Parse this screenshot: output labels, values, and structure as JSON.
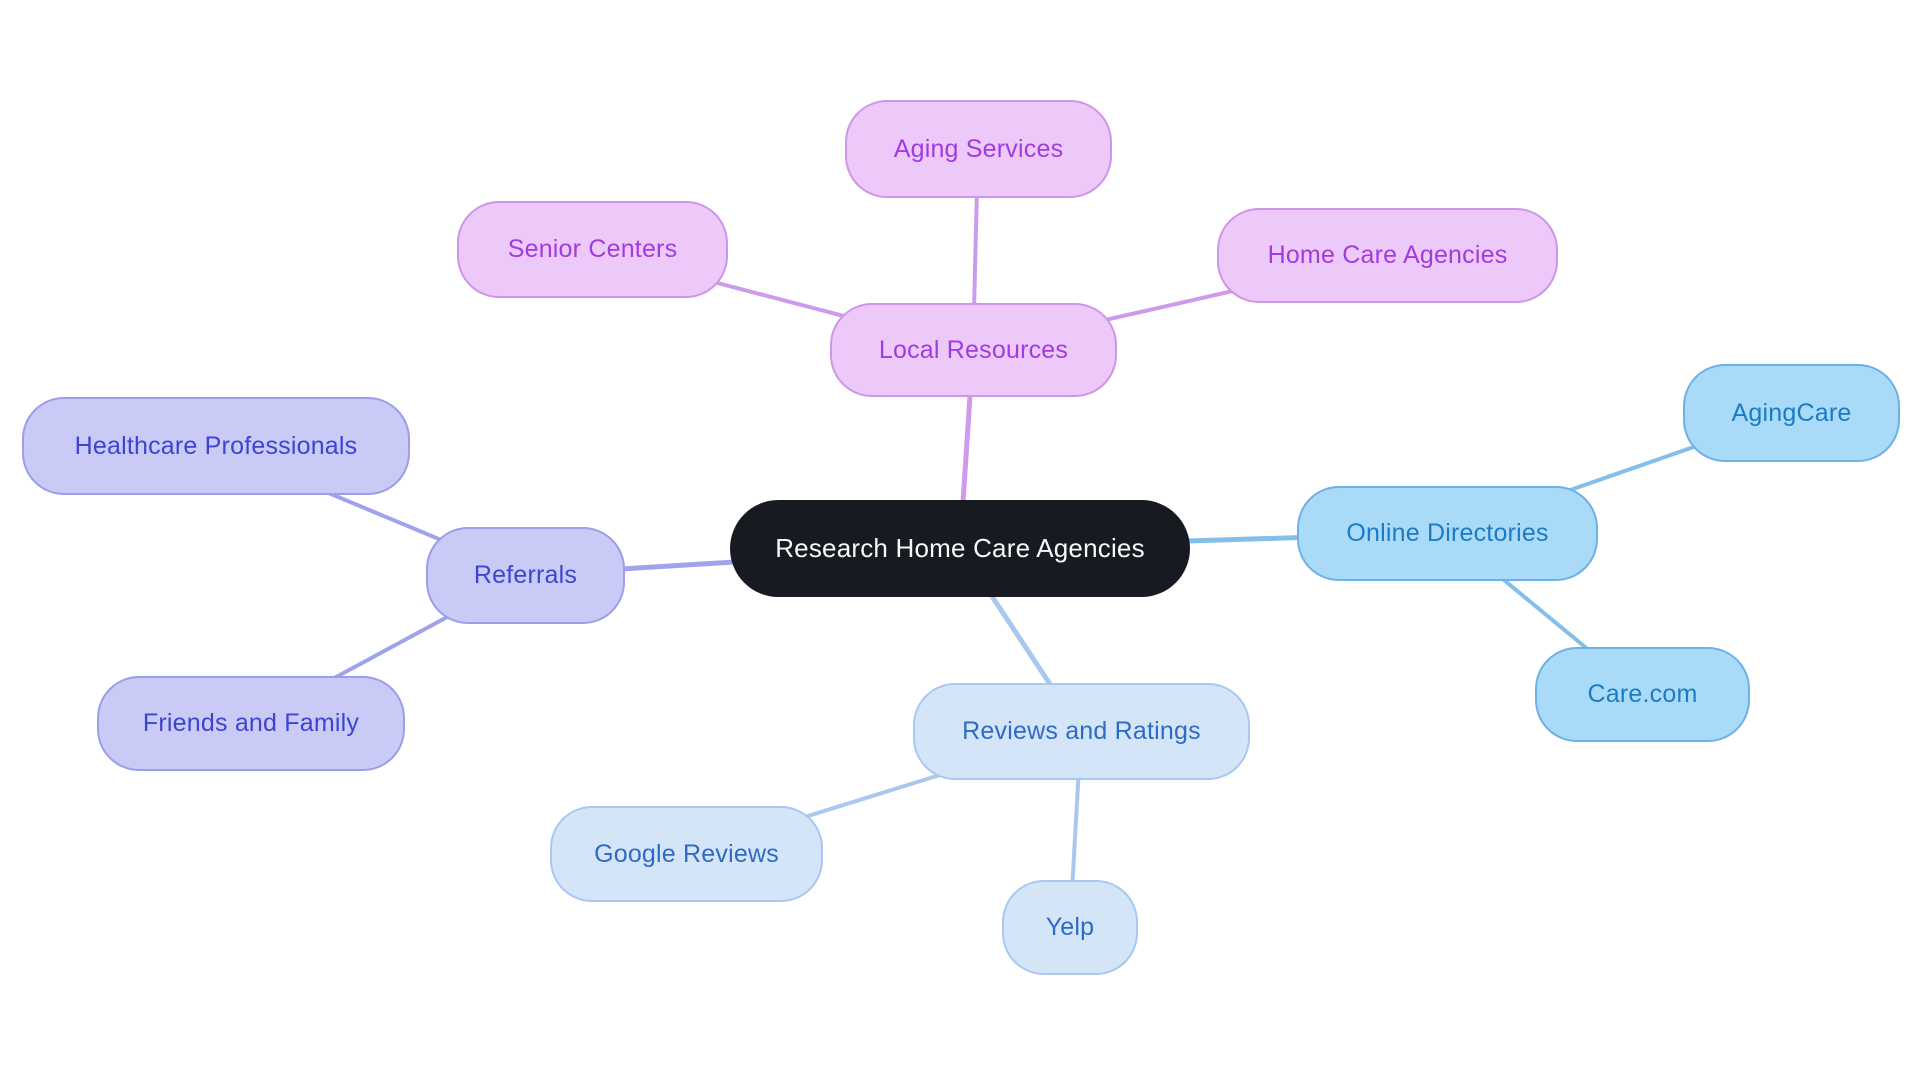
{
  "mindmap": {
    "root": {
      "label": "Research Home Care Agencies"
    },
    "branches": [
      {
        "label": "Local Resources",
        "color_key": "purple",
        "children": [
          {
            "label": "Aging Services"
          },
          {
            "label": "Senior Centers"
          },
          {
            "label": "Home Care Agencies"
          }
        ]
      },
      {
        "label": "Referrals",
        "color_key": "periwinkle",
        "children": [
          {
            "label": "Healthcare Professionals"
          },
          {
            "label": "Friends and Family"
          }
        ]
      },
      {
        "label": "Online Directories",
        "color_key": "blue",
        "children": [
          {
            "label": "AgingCare"
          },
          {
            "label": "Care.com"
          }
        ]
      },
      {
        "label": "Reviews and Ratings",
        "color_key": "paleblue",
        "children": [
          {
            "label": "Google Reviews"
          },
          {
            "label": "Yelp"
          }
        ]
      }
    ]
  },
  "colors": {
    "background": "#ffffff",
    "root": {
      "fill": "#171A21",
      "text": "#F7F8FA"
    },
    "branches": {
      "purple": {
        "fill": "#ECC9F8",
        "border": "#CE96E9",
        "text": "#A13BDF",
        "edge": "#CE9AEC"
      },
      "periwinkle": {
        "fill": "#C9CAF5",
        "border": "#9B9EEB",
        "text": "#3D45D0",
        "edge": "#9FA3EE"
      },
      "blue": {
        "fill": "#A9DAF8",
        "border": "#6EB1E6",
        "text": "#1B7CC5",
        "edge": "#85BFE9"
      },
      "paleblue": {
        "fill": "#D5E5F8",
        "border": "#A9C8F0",
        "text": "#2E6BC6",
        "edge": "#A9C8F0"
      }
    }
  }
}
